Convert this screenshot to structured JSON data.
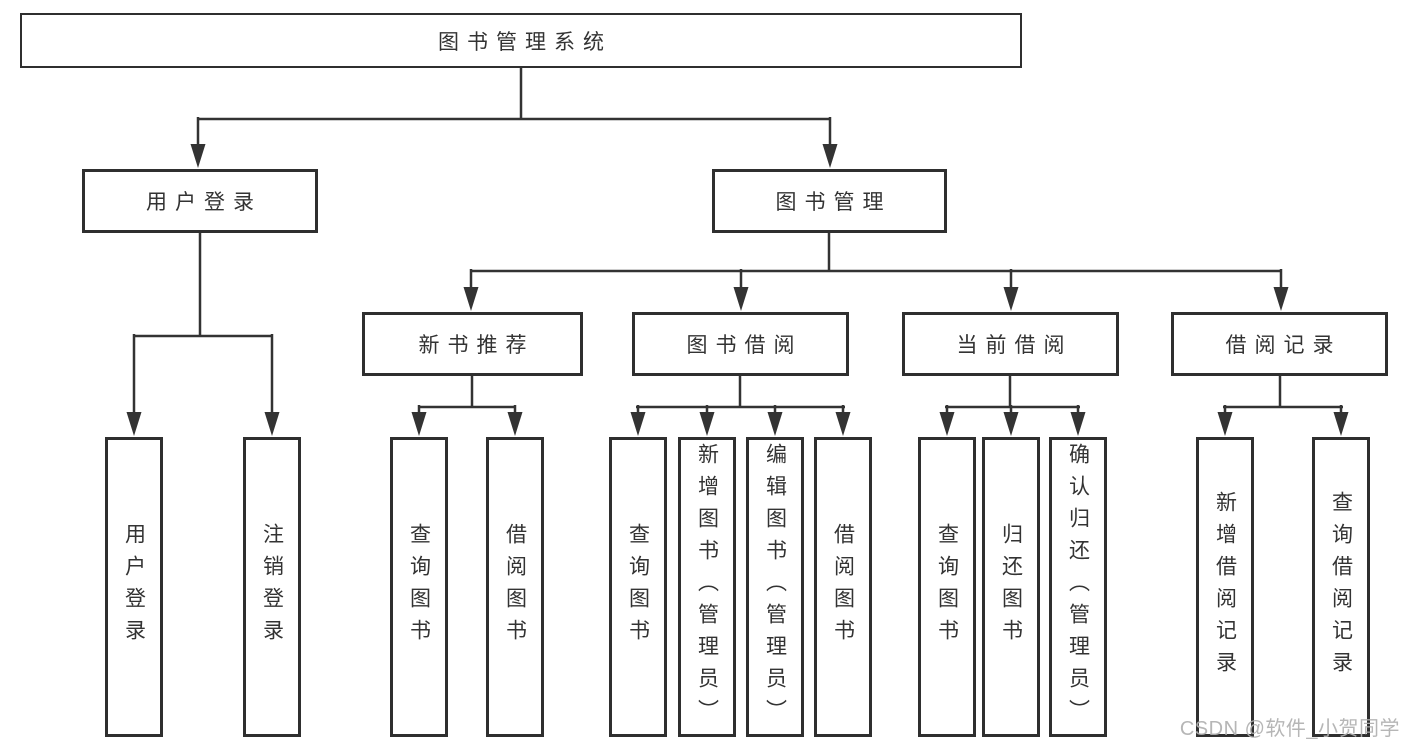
{
  "diagram": {
    "colors": {
      "line": "#333333",
      "box_border": "#2f2f2f",
      "box_background": "#ffffff",
      "text": "#333333",
      "watermark_text": "#b0b0b0"
    },
    "tree": {
      "label": "图书管理系统",
      "children": [
        {
          "label": "用户登录",
          "children": [
            {
              "label": "用户登录"
            },
            {
              "label": "注销登录"
            }
          ]
        },
        {
          "label": "图书管理",
          "children": [
            {
              "label": "新书推荐",
              "children": [
                {
                  "label": "查询图书"
                },
                {
                  "label": "借阅图书"
                }
              ]
            },
            {
              "label": "图书借阅",
              "children": [
                {
                  "label": "查询图书"
                },
                {
                  "label": "新增图书（管理员）"
                },
                {
                  "label": "编辑图书（管理员）"
                },
                {
                  "label": "借阅图书"
                }
              ]
            },
            {
              "label": "当前借阅",
              "children": [
                {
                  "label": "查询图书"
                },
                {
                  "label": "归还图书"
                },
                {
                  "label": "确认归还（管理员）"
                }
              ]
            },
            {
              "label": "借阅记录",
              "children": [
                {
                  "label": "新增借阅记录"
                },
                {
                  "label": "查询借阅记录"
                }
              ]
            }
          ]
        }
      ]
    },
    "watermark": "CSDN @软件_小贺同学"
  }
}
